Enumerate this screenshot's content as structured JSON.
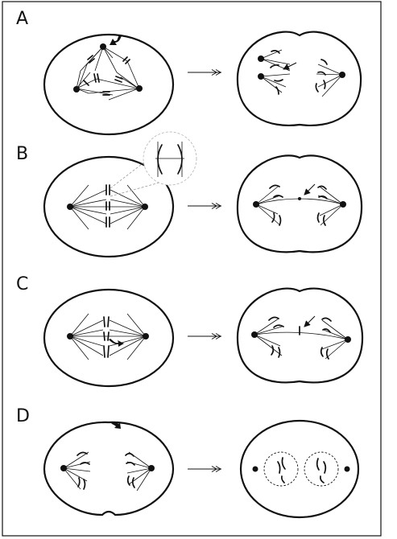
{
  "panels": [
    {
      "id": "A",
      "label": "A"
    },
    {
      "id": "B",
      "label": "B"
    },
    {
      "id": "C",
      "label": "C"
    },
    {
      "id": "D",
      "label": "D"
    }
  ],
  "arrow_symbol": "double-head-arrow",
  "pointer_icon": "curved-pointer-icon"
}
